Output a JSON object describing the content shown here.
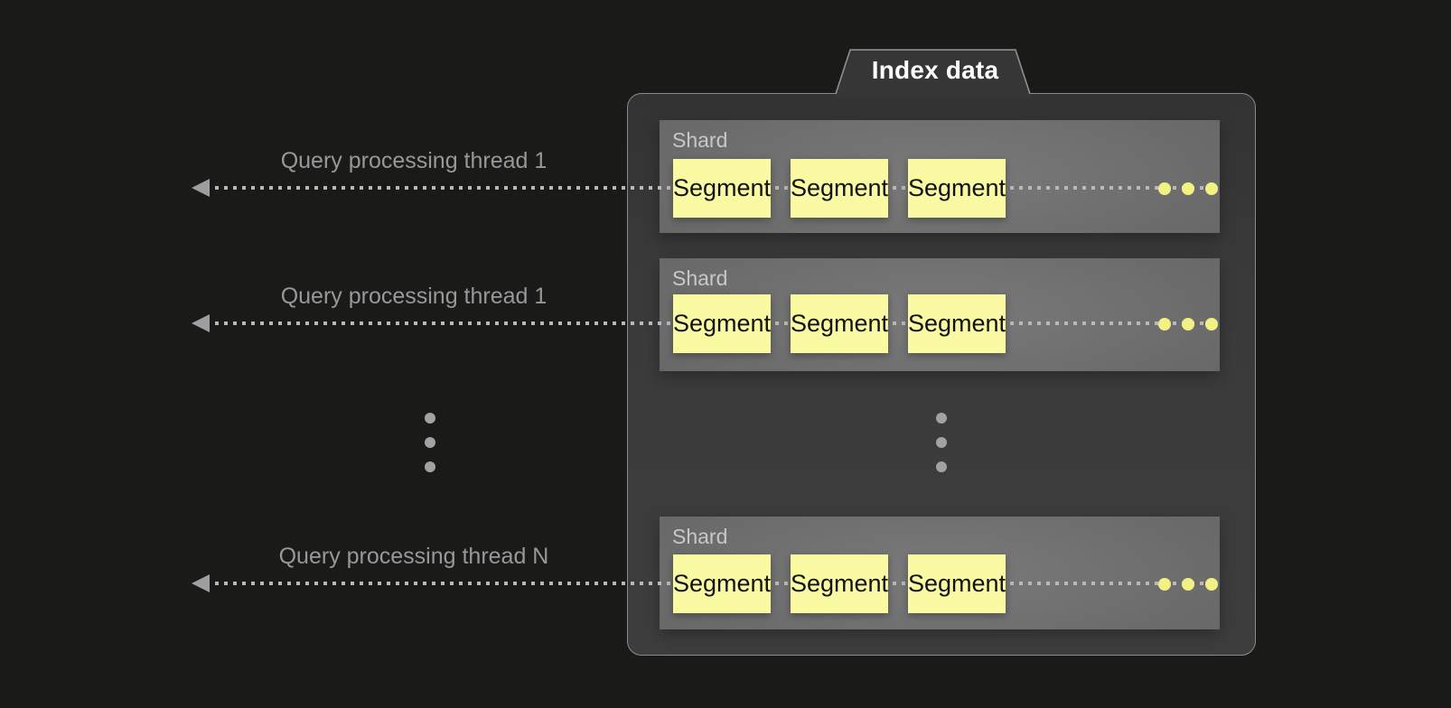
{
  "tab": {
    "label": "Index data"
  },
  "threads": [
    {
      "label": "Query processing thread 1"
    },
    {
      "label": "Query processing thread 1"
    },
    {
      "label": "Query processing thread N"
    }
  ],
  "shards": [
    {
      "label": "Shard",
      "segments": [
        "Segment",
        "Segment",
        "Segment"
      ]
    },
    {
      "label": "Shard",
      "segments": [
        "Segment",
        "Segment",
        "Segment"
      ]
    },
    {
      "label": "Shard",
      "segments": [
        "Segment",
        "Segment",
        "Segment"
      ]
    }
  ],
  "colors": {
    "background": "#1a1a19",
    "container_fill": "#3a3a3a",
    "container_border": "#8a8a8a",
    "shard_fill": "#707070",
    "segment_fill": "#fafaa2",
    "segment_text": "#111111",
    "ellipsis_yellow": "#f2f284",
    "ellipsis_gray": "#a2a2a2",
    "arrow_gray": "#b9b9b9",
    "thread_label_text": "#989898",
    "shard_label_text": "#c8c8c8",
    "tab_label_text": "#ffffff"
  }
}
